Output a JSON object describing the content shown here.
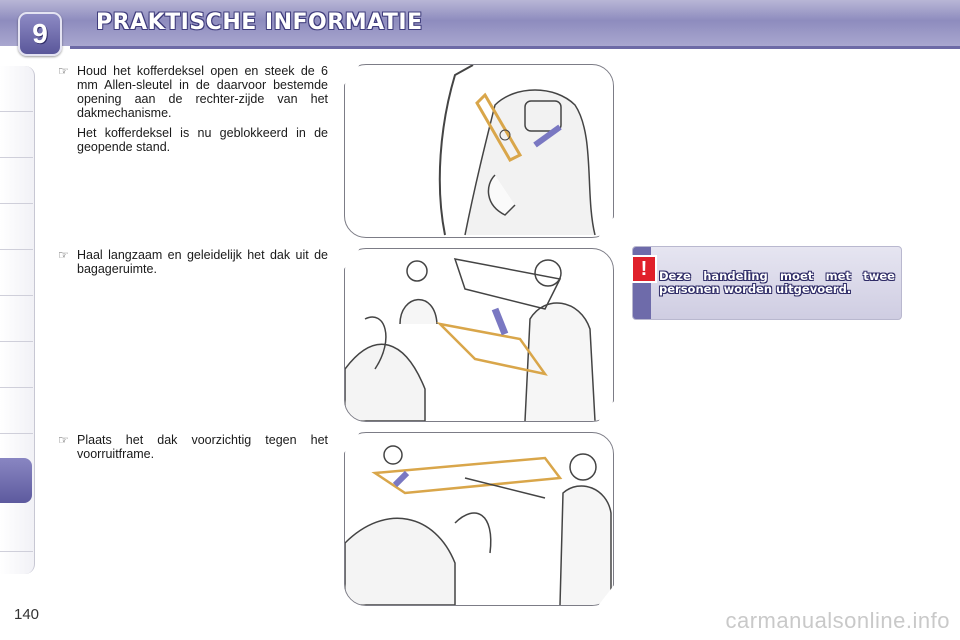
{
  "header": {
    "chapter_number": "9",
    "title": "PRAKTISCHE INFORMATIE"
  },
  "steps": [
    {
      "paragraphs": [
        "Houd het kofferdeksel open en steek de 6 mm Allen-sleutel in de daarvoor bestemde opening aan de rechter-zijde van het dakmechanisme.",
        "Het kofferdeksel is nu geblokkeerd in de geopende stand."
      ]
    },
    {
      "paragraphs": [
        "Haal langzaam en geleidelijk het dak uit de bagageruimte."
      ]
    },
    {
      "paragraphs": [
        "Plaats het dak voorzichtig tegen het voorruitframe."
      ]
    }
  ],
  "warning": {
    "icon": "exclamation-icon",
    "symbol": "!",
    "text": "Deze handeling moet met twee personen worden uitgevoerd."
  },
  "footer": {
    "page_number": "140",
    "watermark": "carmanualsonline.info"
  },
  "colors": {
    "accent": "#6e6baa",
    "warning_red": "#e0202a",
    "highlight_orange": "#d9a64a"
  }
}
